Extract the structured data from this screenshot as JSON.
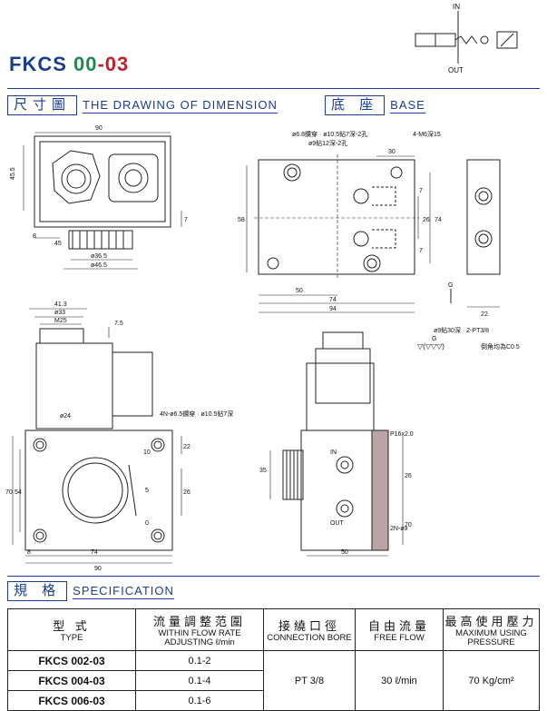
{
  "header": {
    "title_part1": "FKCS ",
    "title_part2": "00",
    "title_part3": "-03"
  },
  "symbol": {
    "in_label": "IN",
    "out_label": "OUT"
  },
  "sections": {
    "dimension_cn": "尺寸圖",
    "dimension_en": "THE DRAWING OF DIMENSION",
    "base_cn": "底 座",
    "base_en": "BASE",
    "spec_cn": "規 格",
    "spec_en": "SPECIFICATION"
  },
  "top_view": {
    "d90": "90",
    "d455": "45.5",
    "d8a": "8",
    "d45": "45",
    "d7": "7",
    "d365": "ø36.5",
    "d465": "ø46.5"
  },
  "base_view": {
    "note1": "ø6.8鑽穿 · ø10.5鉆7深-2孔",
    "note2": "ø9鉆12深-2孔",
    "note3": "4-M6深15",
    "d30": "30",
    "d26": "26",
    "d74v": "74",
    "d58": "58",
    "d50": "50",
    "d74": "74",
    "d94": "94",
    "d7a": "7",
    "d7b": "7",
    "d22": "22",
    "g": "G",
    "note4": "ø9鉆30深 · 2-PT3/8",
    "finish": "▽(▽▽▽)",
    "g2": "G",
    "finish_note": "倒角均為C0.5"
  },
  "front_view": {
    "d413": "41.3",
    "d33": "ø33",
    "m25": "M25",
    "d75": "7.5",
    "d24": "ø24",
    "note_holes": "4N-ø6.5鑽穿 · ø10.5鉆7深",
    "s10": "10",
    "s5": "5",
    "s0": "0",
    "d22": "22",
    "d26": "26",
    "d70": "70",
    "d54": "54",
    "d8": "8",
    "d74": "74",
    "d90": "90"
  },
  "side_view": {
    "in": "IN",
    "out": "OUT",
    "p16": "P16x2.0",
    "d35": "35",
    "d26": "26",
    "d70": "70",
    "n9": "2N-ø9",
    "d50": "50"
  },
  "spec": {
    "h1_cn": "型  式",
    "h1_en": "TYPE",
    "h2_cn": "流量調整范圍",
    "h2_en": "WITHIN FLOW RATE ADJUSTING ℓ/min",
    "h3_cn": "接繞口徑",
    "h3_en": "CONNECTION BORE",
    "h4_cn": "自由流量",
    "h4_en": "FREE FLOW",
    "h5_cn": "最高使用壓力",
    "h5_en": "MAXIMUM USING PRESSURE",
    "rows": [
      {
        "model": "FKCS 002-03",
        "range": "0.1-2"
      },
      {
        "model": "FKCS 004-03",
        "range": "0.1-4"
      },
      {
        "model": "FKCS 006-03",
        "range": "0.1-6"
      }
    ],
    "bore": "PT 3/8",
    "free_flow": "30 ℓ/min",
    "pressure": "70 Kg/cm²"
  }
}
